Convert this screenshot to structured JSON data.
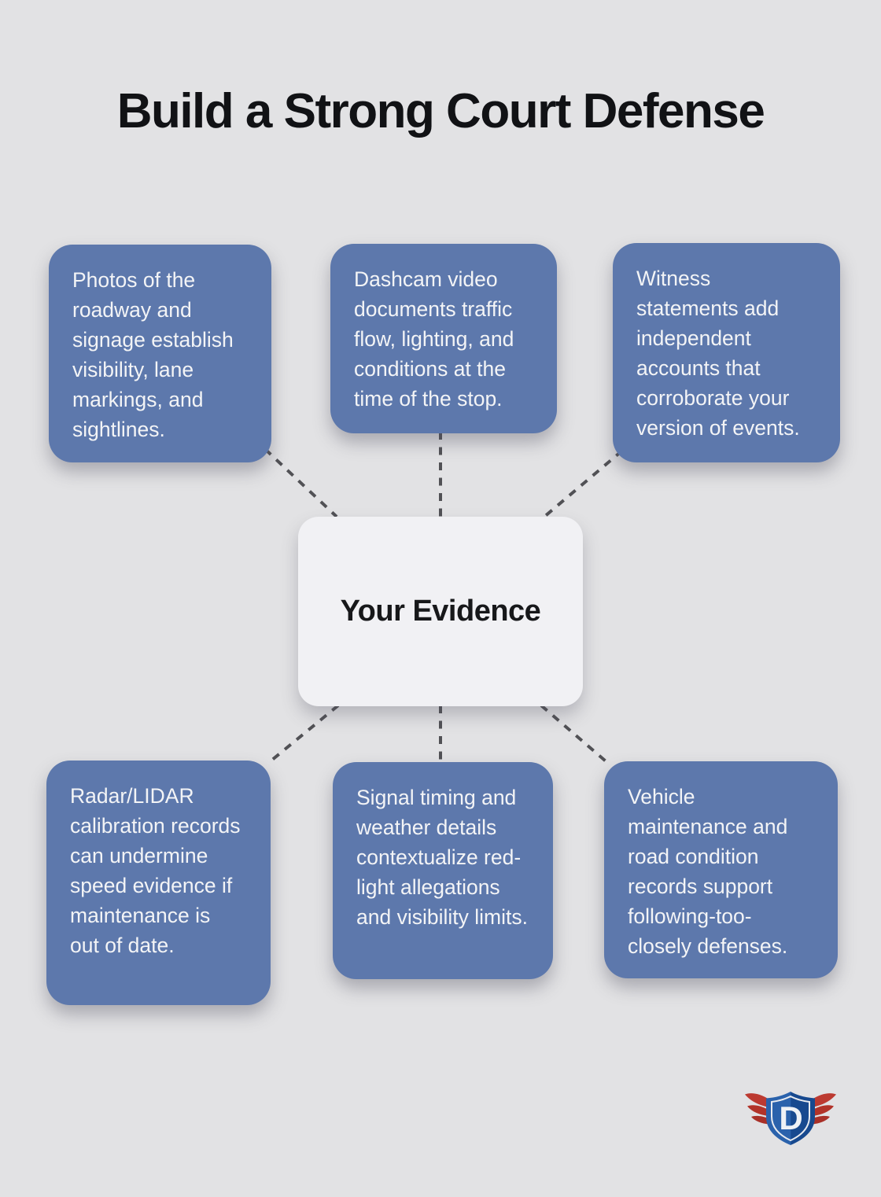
{
  "title": "Build a Strong Court Defense",
  "center_node": {
    "label": "Your Evidence"
  },
  "evidence_nodes": [
    {
      "text": "Photos of the roadway and signage establish visibility, lane markings, and sightlines."
    },
    {
      "text": "Dashcam video documents traffic flow, lighting, and conditions at the time of the stop."
    },
    {
      "text": "Witness statements add independent accounts that corroborate your version of events."
    },
    {
      "text": "Radar/LIDAR calibration records can undermine speed evidence if maintenance is out of date."
    },
    {
      "text": "Signal timing and weather details contextualize red-light allegations and visibility limits."
    },
    {
      "text": "Vehicle maintenance and road condition records support following-too-closely defenses."
    }
  ],
  "logo": {
    "letter": "D"
  },
  "colors": {
    "page-bg": "#e2e2e4",
    "node-blue": "#5d78ac",
    "node-text": "#f3f4f6",
    "center-bg": "#f1f1f4",
    "center-text": "#17181a",
    "title-text": "#111215",
    "dash": "#515155",
    "logo-blue-light": "#2a62ac",
    "logo-blue-dark": "#17498f",
    "logo-red": "#b53830",
    "logo-white": "#eef1f5"
  }
}
